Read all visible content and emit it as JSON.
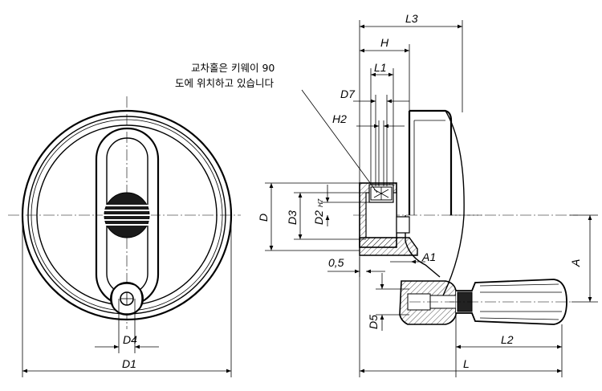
{
  "note": {
    "line1": "교차홀은 키웨이 90",
    "line2": "도에 위치하고 있습니다"
  },
  "dimensions": {
    "D1": "D1",
    "D4": "D4",
    "L3": "L3",
    "H": "H",
    "L1": "L1",
    "D7": "D7",
    "H2": "H2",
    "D": "D",
    "D3": "D3",
    "D2": "D2",
    "D2_tol": "H7",
    "A": "A",
    "A1": "A1",
    "offset": "0,5",
    "D5": "D5",
    "L2": "L2",
    "L": "L"
  }
}
